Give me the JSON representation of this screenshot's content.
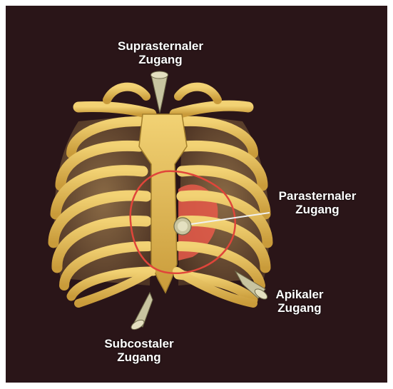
{
  "labels": {
    "suprasternal": {
      "line1": "Suprasternaler",
      "line2": "Zugang"
    },
    "parasternal": {
      "line1": "Parasternaler",
      "line2": "Zugang"
    },
    "apikal": {
      "line1": "Apikaler",
      "line2": "Zugang"
    },
    "subcostal": {
      "line1": "Subcostaler",
      "line2": "Zugang"
    }
  },
  "colors": {
    "background": "#2a1518",
    "bone": "#e8c25a",
    "bone_shadow": "#a37f2c",
    "lung": "#7a5a3a",
    "heart_outline": "#e0453a",
    "heart_fill": "#e85a4a",
    "probe": "#c8c4a0"
  }
}
